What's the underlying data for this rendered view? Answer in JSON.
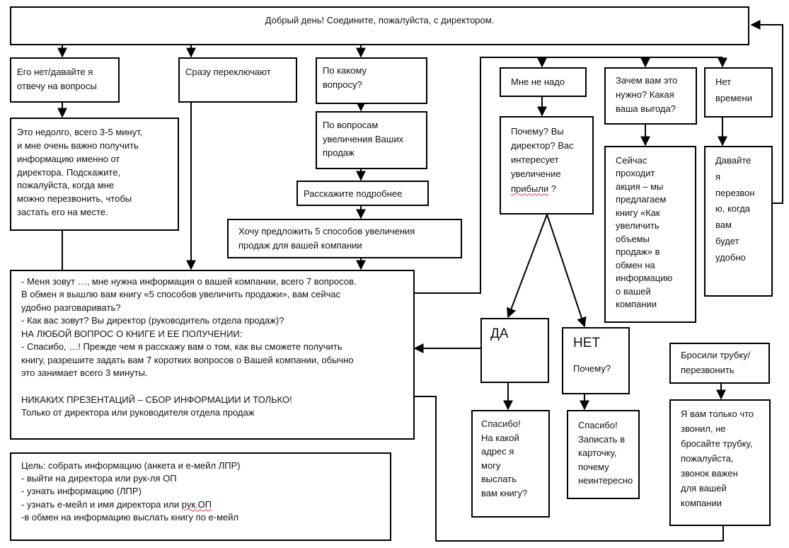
{
  "top": {
    "greeting": "Добрый день! Соедините, пожалуйста, с директором."
  },
  "col1": {
    "absent": [
      "Его нет/давайте я",
      "отвечу на вопросы"
    ],
    "callback": [
      "Это недолго, всего 3-5 минут,",
      "и мне очень важно получить",
      "информацию именно от",
      "директора. Подскажите,",
      "пожалуйста, когда мне",
      "можно перезвонить, чтобы",
      "застать его на месте."
    ]
  },
  "col2": {
    "transfer": "Сразу переключают"
  },
  "col3": {
    "question": [
      "По какому",
      "вопросу?"
    ],
    "sales": [
      "По вопросам",
      "увеличения Ваших",
      "продаж"
    ],
    "tell_more": "Расскажите подробнее",
    "offer": [
      "Хочу предложить 5 способов увеличения",
      "продаж для вашей компании"
    ]
  },
  "main_script": [
    "- Меня зовут …, мне нужна информация о вашей компании, всего 7 вопросов.",
    "В обмен я вышлю вам книгу «5 способов увеличить продажи», вам сейчас",
    "удобно разговаривать?",
    "- Как вас зовут? Вы директор (руководитель отдела продаж)?",
    "НА ЛЮБОЙ ВОПРОС О КНИГЕ И ЕЕ ПОЛУЧЕНИИ:",
    "- Спасибо, …! Прежде чем я расскажу вам о том, как вы сможете получить",
    "книгу, разрешите задать вам 7 коротких вопросов о Вашей компании, обычно",
    "это занимает всего 3 минуты.",
    "",
    "НИКАКИХ ПРЕЗЕНТАЦИЙ – СБОР ИНФОРМАЦИИ И ТОЛЬКО!",
    "Только от директора или руководителя отдела продаж"
  ],
  "goal": [
    "Цель: собрать информацию (анкета и е-мейл ЛПР)",
    "- выйти на директора или рук-ля ОП",
    "- узнать информацию (ЛПР)",
    "- узнать е-мейл и имя директора или ",
    "рук.ОП",
    "-в обмен на информацию выслать книгу по е-мейл"
  ],
  "objections": {
    "not_needed": "Мне не надо",
    "why": [
      "Почему? Вы",
      "директор? Вас",
      "интересует",
      "увеличение",
      "прибыли",
      " ?"
    ],
    "why_benefit": [
      "Зачем вам это",
      "нужно? Какая",
      "ваша выгода?"
    ],
    "promo": [
      "Сейчас",
      "проходит",
      "акция – мы",
      "предлагаем",
      "книгу «Как",
      "увеличить",
      "объемы",
      "продаж» в",
      "обмен на",
      "информацию",
      "о вашей",
      "компании"
    ],
    "no_time": [
      "Нет",
      "времени"
    ],
    "call_back": [
      "Давайте",
      "я",
      "перезвон",
      "ю, когда",
      "вам",
      "будет",
      "удобно"
    ]
  },
  "yes_branch": {
    "label": "ДА",
    "reply": [
      "Спасибо!",
      "На какой",
      "адрес я",
      "могу",
      "выслать",
      "вам книгу?"
    ]
  },
  "no_branch": {
    "label": "НЕТ",
    "question": "Почему?",
    "reply": [
      "Спасибо!",
      "Записать в",
      "карточку,",
      "почему",
      "неинтересно"
    ]
  },
  "hangup": {
    "label": [
      "Бросили трубку/",
      "перезвонить"
    ],
    "reply": [
      "Я вам только что",
      "звонил, не",
      "бросайте трубку,",
      "пожалуйста,",
      "звонок важен",
      "для вашей",
      "компании"
    ]
  }
}
